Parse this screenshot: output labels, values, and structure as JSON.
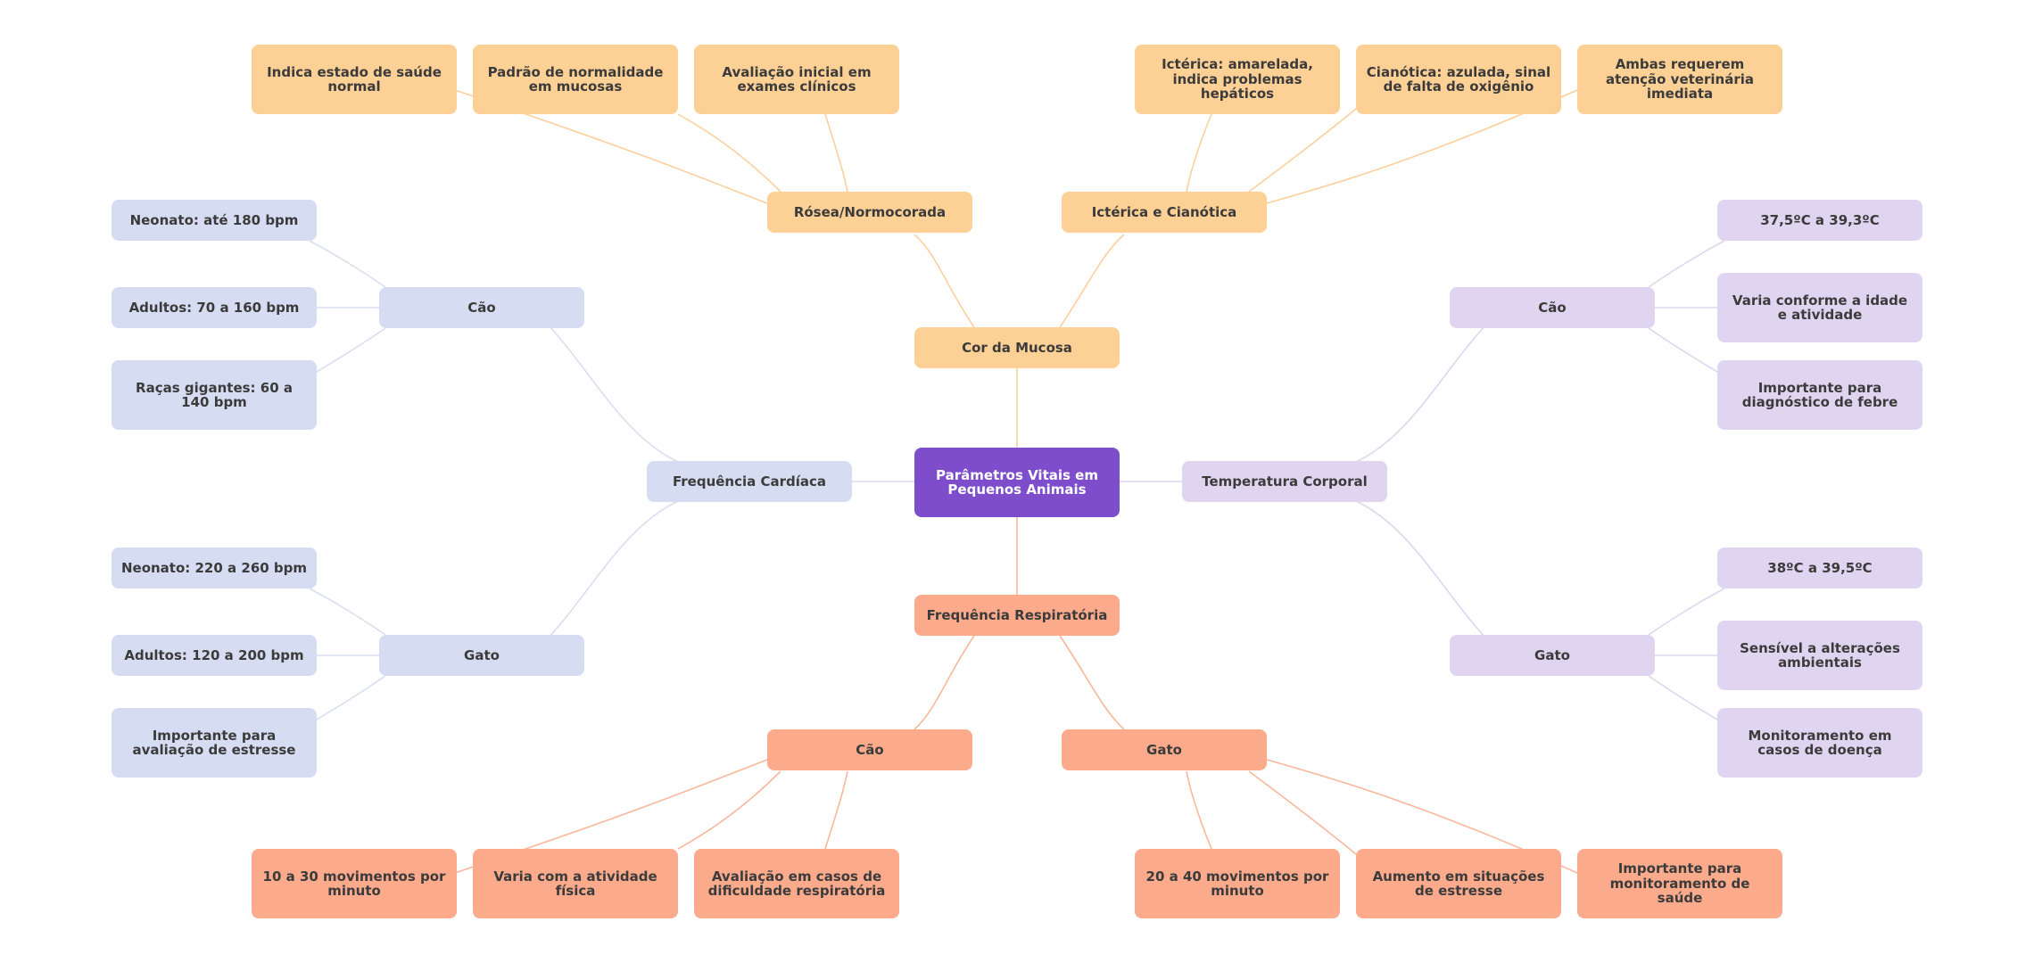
{
  "colors": {
    "root": "#7e4dcc",
    "mucosa": "#fdd095",
    "cardiaca": "#d6ddf2",
    "temperatura": "#e0d5f0",
    "respiratoria": "#fbab8c",
    "link_mucosa": "#fccf9c",
    "link_cardiaca": "#d9def0",
    "link_temperatura": "#ddd6ef",
    "link_respiratoria": "#f9b79a"
  },
  "mindmap": {
    "root": "Parâmetros Vitais em Pequenos Animais",
    "mucosa": {
      "label": "Cor da Mucosa",
      "rosea": {
        "label": "Rósea/Normocorada",
        "items": [
          "Indica estado de saúde normal",
          "Padrão de normalidade em mucosas",
          "Avaliação inicial em exames clínicos"
        ]
      },
      "icterica": {
        "label": "Ictérica e Cianótica",
        "items": [
          "Ictérica: amarelada, indica problemas hepáticos",
          "Cianótica: azulada, sinal de falta de oxigênio",
          "Ambas requerem atenção veterinária imediata"
        ]
      }
    },
    "cardiaca": {
      "label": "Frequência Cardíaca",
      "cao": {
        "label": "Cão",
        "items": [
          "Neonato: até 180 bpm",
          "Adultos: 70 a 160 bpm",
          "Raças gigantes: 60 a 140 bpm"
        ]
      },
      "gato": {
        "label": "Gato",
        "items": [
          "Neonato: 220 a 260 bpm",
          "Adultos: 120 a 200 bpm",
          "Importante para avaliação de estresse"
        ]
      }
    },
    "temperatura": {
      "label": "Temperatura Corporal",
      "cao": {
        "label": "Cão",
        "items": [
          "37,5ºC a 39,3ºC",
          "Varia conforme a idade e atividade",
          "Importante para diagnóstico de febre"
        ]
      },
      "gato": {
        "label": "Gato",
        "items": [
          "38ºC a 39,5ºC",
          "Sensível a alterações ambientais",
          "Monitoramento em casos de doença"
        ]
      }
    },
    "respiratoria": {
      "label": "Frequência Respiratória",
      "cao": {
        "label": "Cão",
        "items": [
          "10 a 30 movimentos por minuto",
          "Varia com a atividade física",
          "Avaliação em casos de dificuldade respiratória"
        ]
      },
      "gato": {
        "label": "Gato",
        "items": [
          "20 a 40 movimentos por minuto",
          "Aumento em situações de estresse",
          "Importante para monitoramento de saúde"
        ]
      }
    }
  }
}
